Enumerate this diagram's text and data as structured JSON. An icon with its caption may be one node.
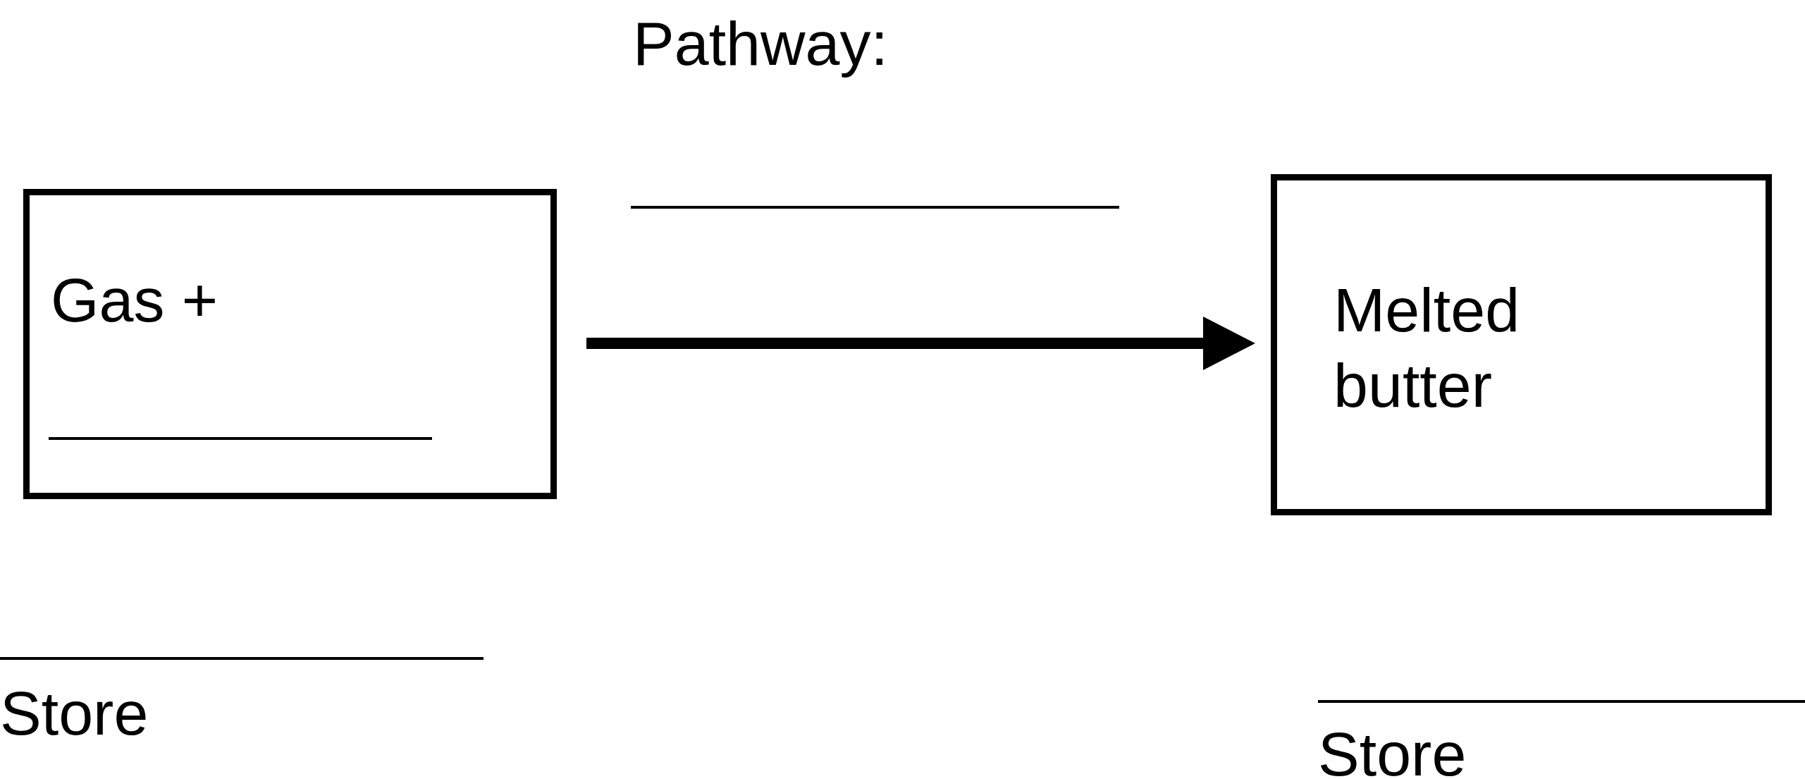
{
  "diagram": {
    "nodes": [
      {
        "text": [
          "Gas +"
        ]
      },
      {
        "text": [
          "Melted butter"
        ]
      }
    ],
    "edges": [
      {
        "from": 0,
        "to": 1,
        "arrow": "to"
      }
    ],
    "labels": [
      "Pathway:",
      "Store",
      "Store"
    ]
  }
}
